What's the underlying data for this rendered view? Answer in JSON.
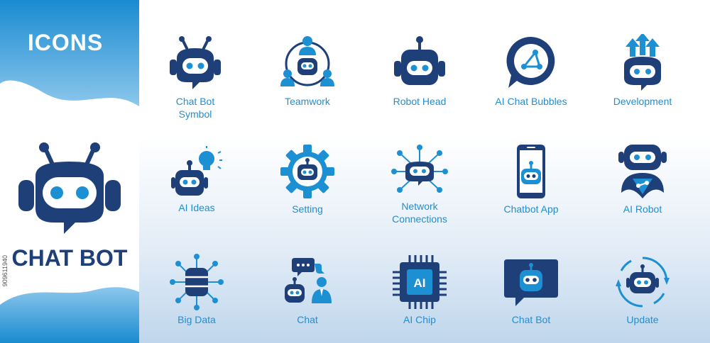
{
  "header": {
    "title": "ICONS"
  },
  "hero": {
    "label": "CHAT BOT",
    "icon": "chat-bot-robot-icon"
  },
  "side_code": "909611940",
  "colors": {
    "navy": "#1f3f78",
    "accent": "#1d8fd3",
    "panel_gradient_top": "#1d8fd3"
  },
  "icons": [
    {
      "label": "Chat Bot\nSymbol",
      "icon": "chat-bot-symbol-icon"
    },
    {
      "label": "Teamwork",
      "icon": "teamwork-icon"
    },
    {
      "label": "Robot Head",
      "icon": "robot-head-icon"
    },
    {
      "label": "AI Chat Bubbles",
      "icon": "ai-chat-bubbles-icon"
    },
    {
      "label": "Development",
      "icon": "development-icon"
    },
    {
      "label": "AI Ideas",
      "icon": "ai-ideas-icon"
    },
    {
      "label": "Setting",
      "icon": "setting-icon"
    },
    {
      "label": "Network\nConnections",
      "icon": "network-connections-icon"
    },
    {
      "label": "Chatbot App",
      "icon": "chatbot-app-icon"
    },
    {
      "label": "AI Robot",
      "icon": "ai-robot-icon"
    },
    {
      "label": "Big Data",
      "icon": "big-data-icon"
    },
    {
      "label": "Chat",
      "icon": "chat-icon"
    },
    {
      "label": "AI Chip",
      "icon": "ai-chip-icon"
    },
    {
      "label": "Chat Bot",
      "icon": "chat-bot-icon"
    },
    {
      "label": "Update",
      "icon": "update-icon"
    }
  ],
  "chip_text": "AI"
}
